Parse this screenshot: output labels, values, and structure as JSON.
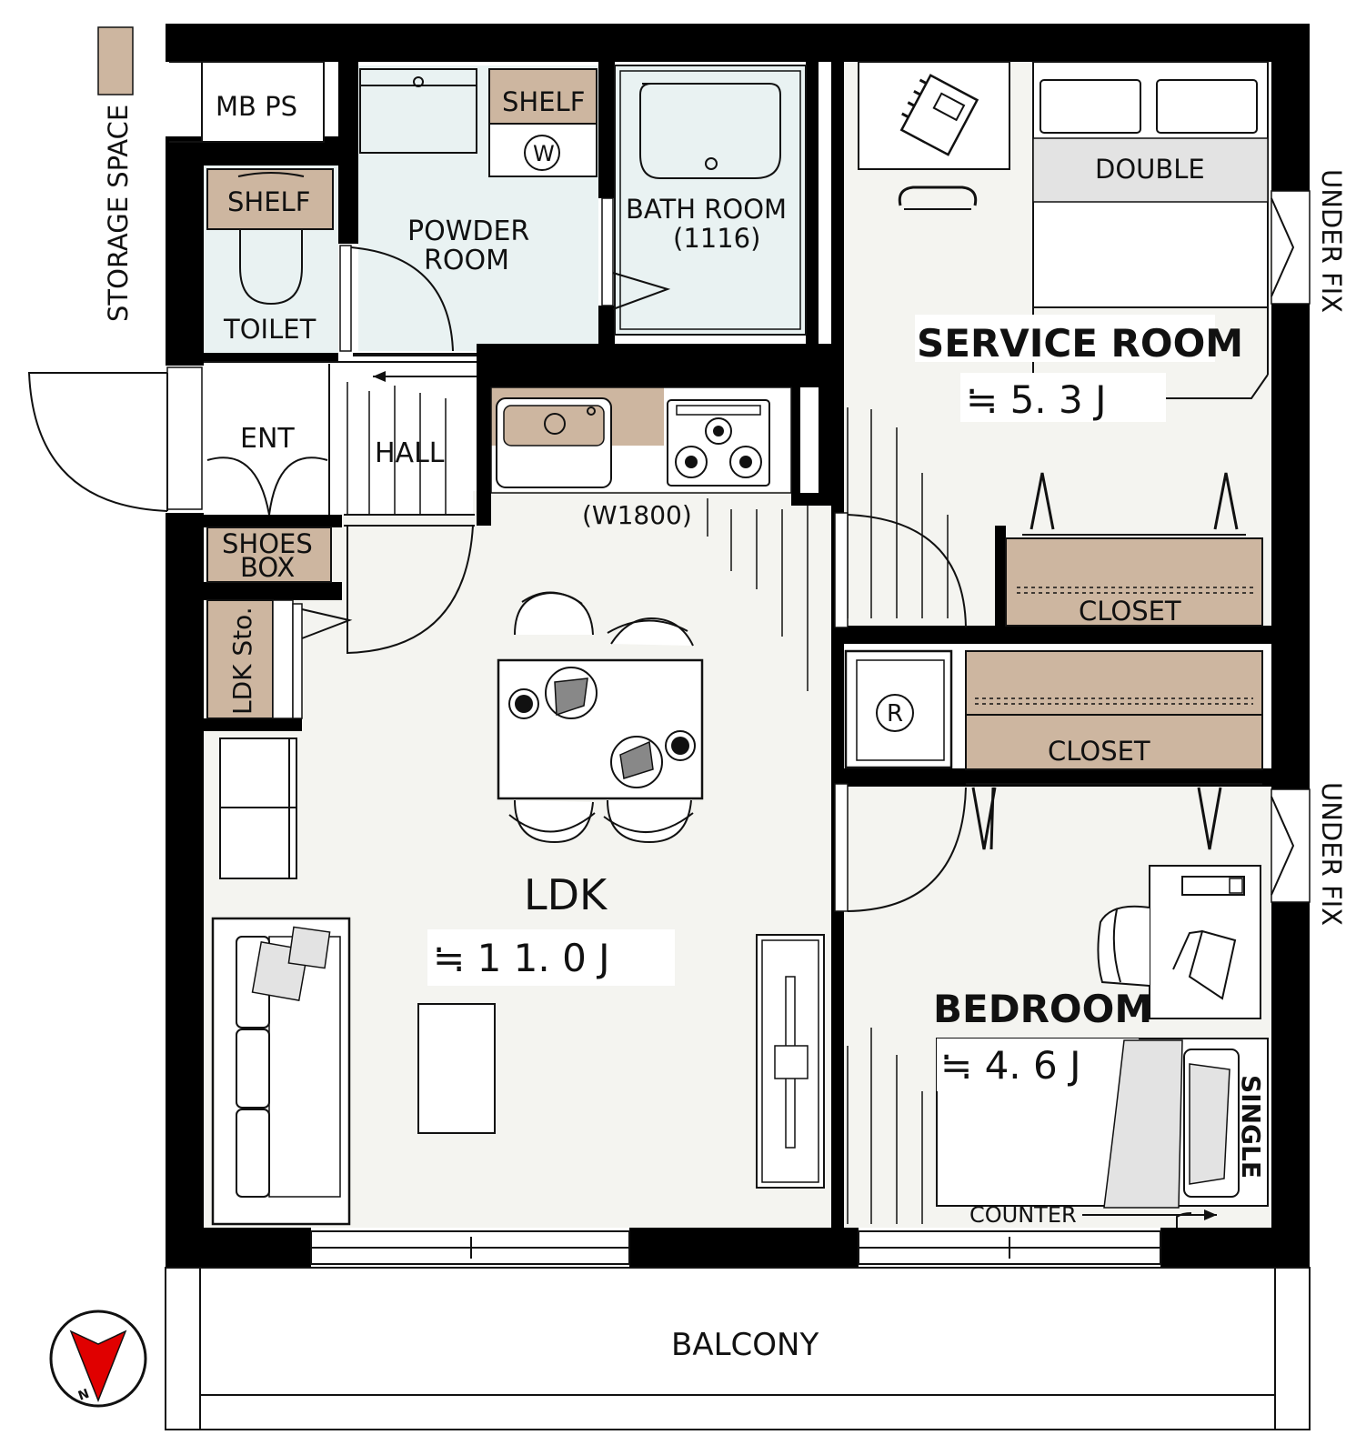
{
  "labels": {
    "storage_space": "STORAGE SPACE",
    "mb_ps": "MB PS",
    "shelf_toilet": "SHELF",
    "toilet": "TOILET",
    "powder_room_l1": "POWDER",
    "powder_room_l2": "ROOM",
    "shelf_powder": "SHELF",
    "washer": "W",
    "bath_room": "BATH ROOM",
    "bath_size": "(1116)",
    "ent": "ENT",
    "hall": "HALL",
    "shoes_box_l1": "SHOES",
    "shoes_box_l2": "BOX",
    "ldk_storage": "LDK Sto.",
    "kitchen_width": "(W1800)",
    "ldk": "LDK",
    "ldk_area": "≒ 1 1. 0 J",
    "double": "DOUBLE",
    "service_room": "SERVICE ROOM",
    "service_room_area": "≒ 5. 3 J",
    "under_fix_top": "UNDER FIX",
    "closet_top": "CLOSET",
    "refrigerator": "R",
    "closet_bottom": "CLOSET",
    "under_fix_bottom": "UNDER FIX",
    "bedroom": "BEDROOM",
    "bedroom_area": "≒ 4. 6 J",
    "single": "SINGLE",
    "counter": "COUNTER",
    "balcony": "BALCONY",
    "north": "N"
  },
  "colors": {
    "wall": "#000000",
    "floor": "#f4f4f0",
    "wet_area": "#e9f2f2",
    "storage": "#cdb6a0",
    "furniture": "#ffffff",
    "gray": "#e3e3e3"
  }
}
